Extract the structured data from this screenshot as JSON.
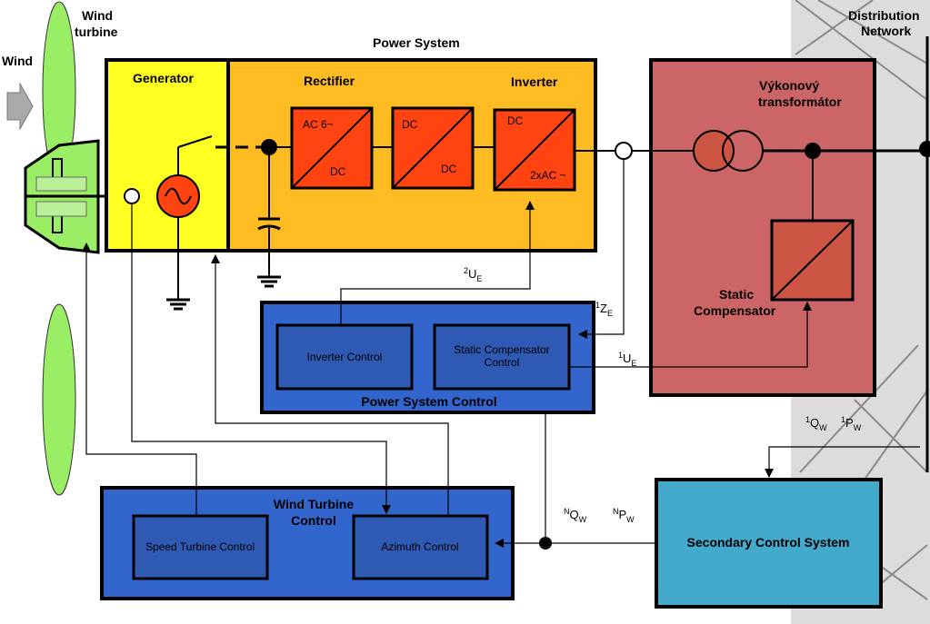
{
  "labels": {
    "wind": "Wind",
    "wind_turbine_1": "Wind",
    "wind_turbine_2": "turbine",
    "power_system": "Power System",
    "generator": "Generator",
    "rectifier": "Rectifier",
    "inverter": "Inverter",
    "rect_ac": "AC 6~",
    "rect_dc": "DC",
    "dcdc_in": "DC",
    "dcdc_out": "DC",
    "inv_dc": "DC",
    "inv_ac": "2xAC ~",
    "transformer_1": "Výkonový",
    "transformer_2": "transformátor",
    "static_comp_1": "Static",
    "static_comp_2": "Compensator",
    "distribution_1": "Distribution",
    "distribution_2": "Network",
    "inverter_control": "Inverter Control",
    "static_comp_control_1": "Static Compensator",
    "static_comp_control_2": "Control",
    "power_system_control": "Power System Control",
    "wind_turbine_control_1": "Wind Turbine",
    "wind_turbine_control_2": "Control",
    "speed_turbine_control": "Speed Turbine Control",
    "azimuth_control": "Azimuth Control",
    "secondary_control": "Secondary Control System"
  },
  "signals": {
    "ue2": {
      "sup": "2",
      "main": "U",
      "sub": "E"
    },
    "ze1": {
      "sup": "1",
      "main": "Z",
      "sub": "E"
    },
    "ue1": {
      "sup": "1",
      "main": "U",
      "sub": "E"
    },
    "qw1": {
      "sup": "1",
      "main": "Q",
      "sub": "W"
    },
    "pw1": {
      "sup": "1",
      "main": "P",
      "sub": "W"
    },
    "qwn": {
      "sup": "N",
      "main": "Q",
      "sub": "W"
    },
    "pwn": {
      "sup": "N",
      "main": "P",
      "sub": "W"
    }
  },
  "colors": {
    "blade": "#99ee66",
    "generator_box": "#ffff22",
    "power_system_box": "#ffbb22",
    "converter": "#ff4411",
    "transformer_box": "#cc6666",
    "static_comp": "#cc5544",
    "control_box": "#3366cc",
    "control_inner": "#2e5ab3",
    "secondary_box": "#44aacc"
  }
}
